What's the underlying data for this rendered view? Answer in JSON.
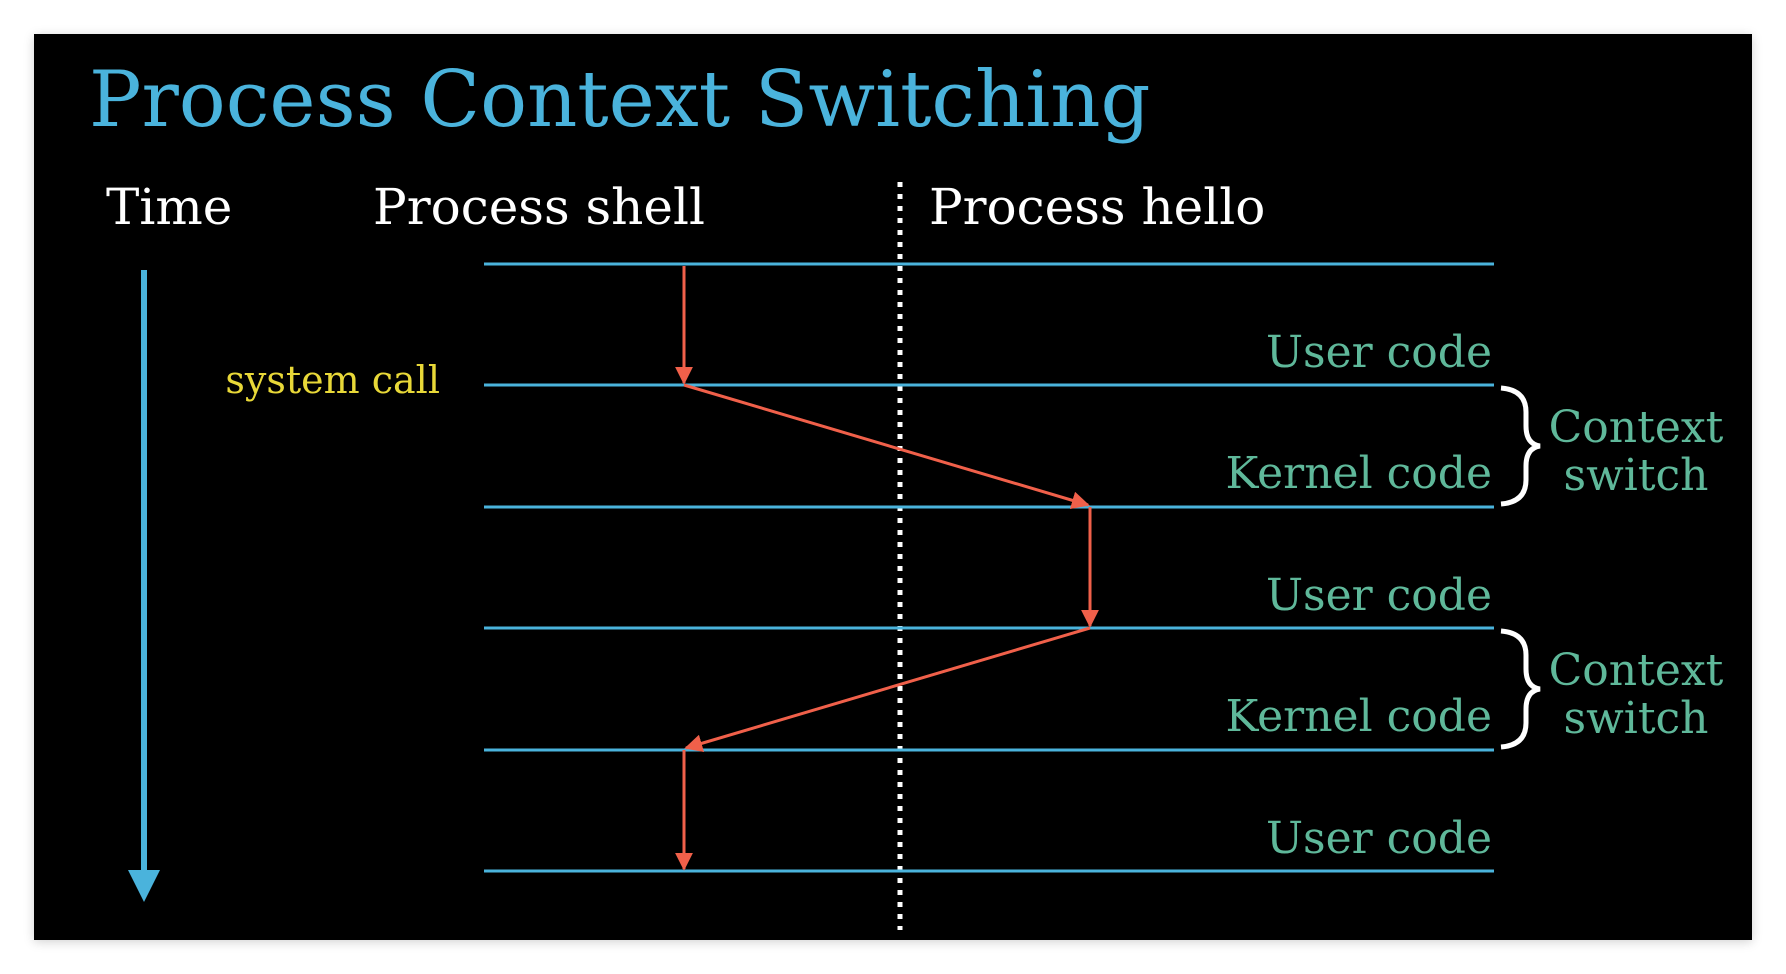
{
  "title": "Process Context Switching",
  "time_label": "Time",
  "columns": {
    "left": "Process shell",
    "right": "Process hello"
  },
  "annotation": "system call",
  "regions": [
    {
      "label": "User code"
    },
    {
      "label": "Kernel code"
    },
    {
      "label": "User code"
    },
    {
      "label": "Kernel code"
    },
    {
      "label": "User code"
    }
  ],
  "context_switches": [
    {
      "line1": "Context",
      "line2": "switch"
    },
    {
      "line1": "Context",
      "line2": "switch"
    }
  ],
  "colors": {
    "background": "#000000",
    "title": "#4ab3dc",
    "lines": "#4ab3dc",
    "arrow": "#f0604a",
    "region_label": "#5fb89a",
    "annotation": "#e8d838",
    "text": "#ffffff",
    "divider": "#ffffff"
  }
}
